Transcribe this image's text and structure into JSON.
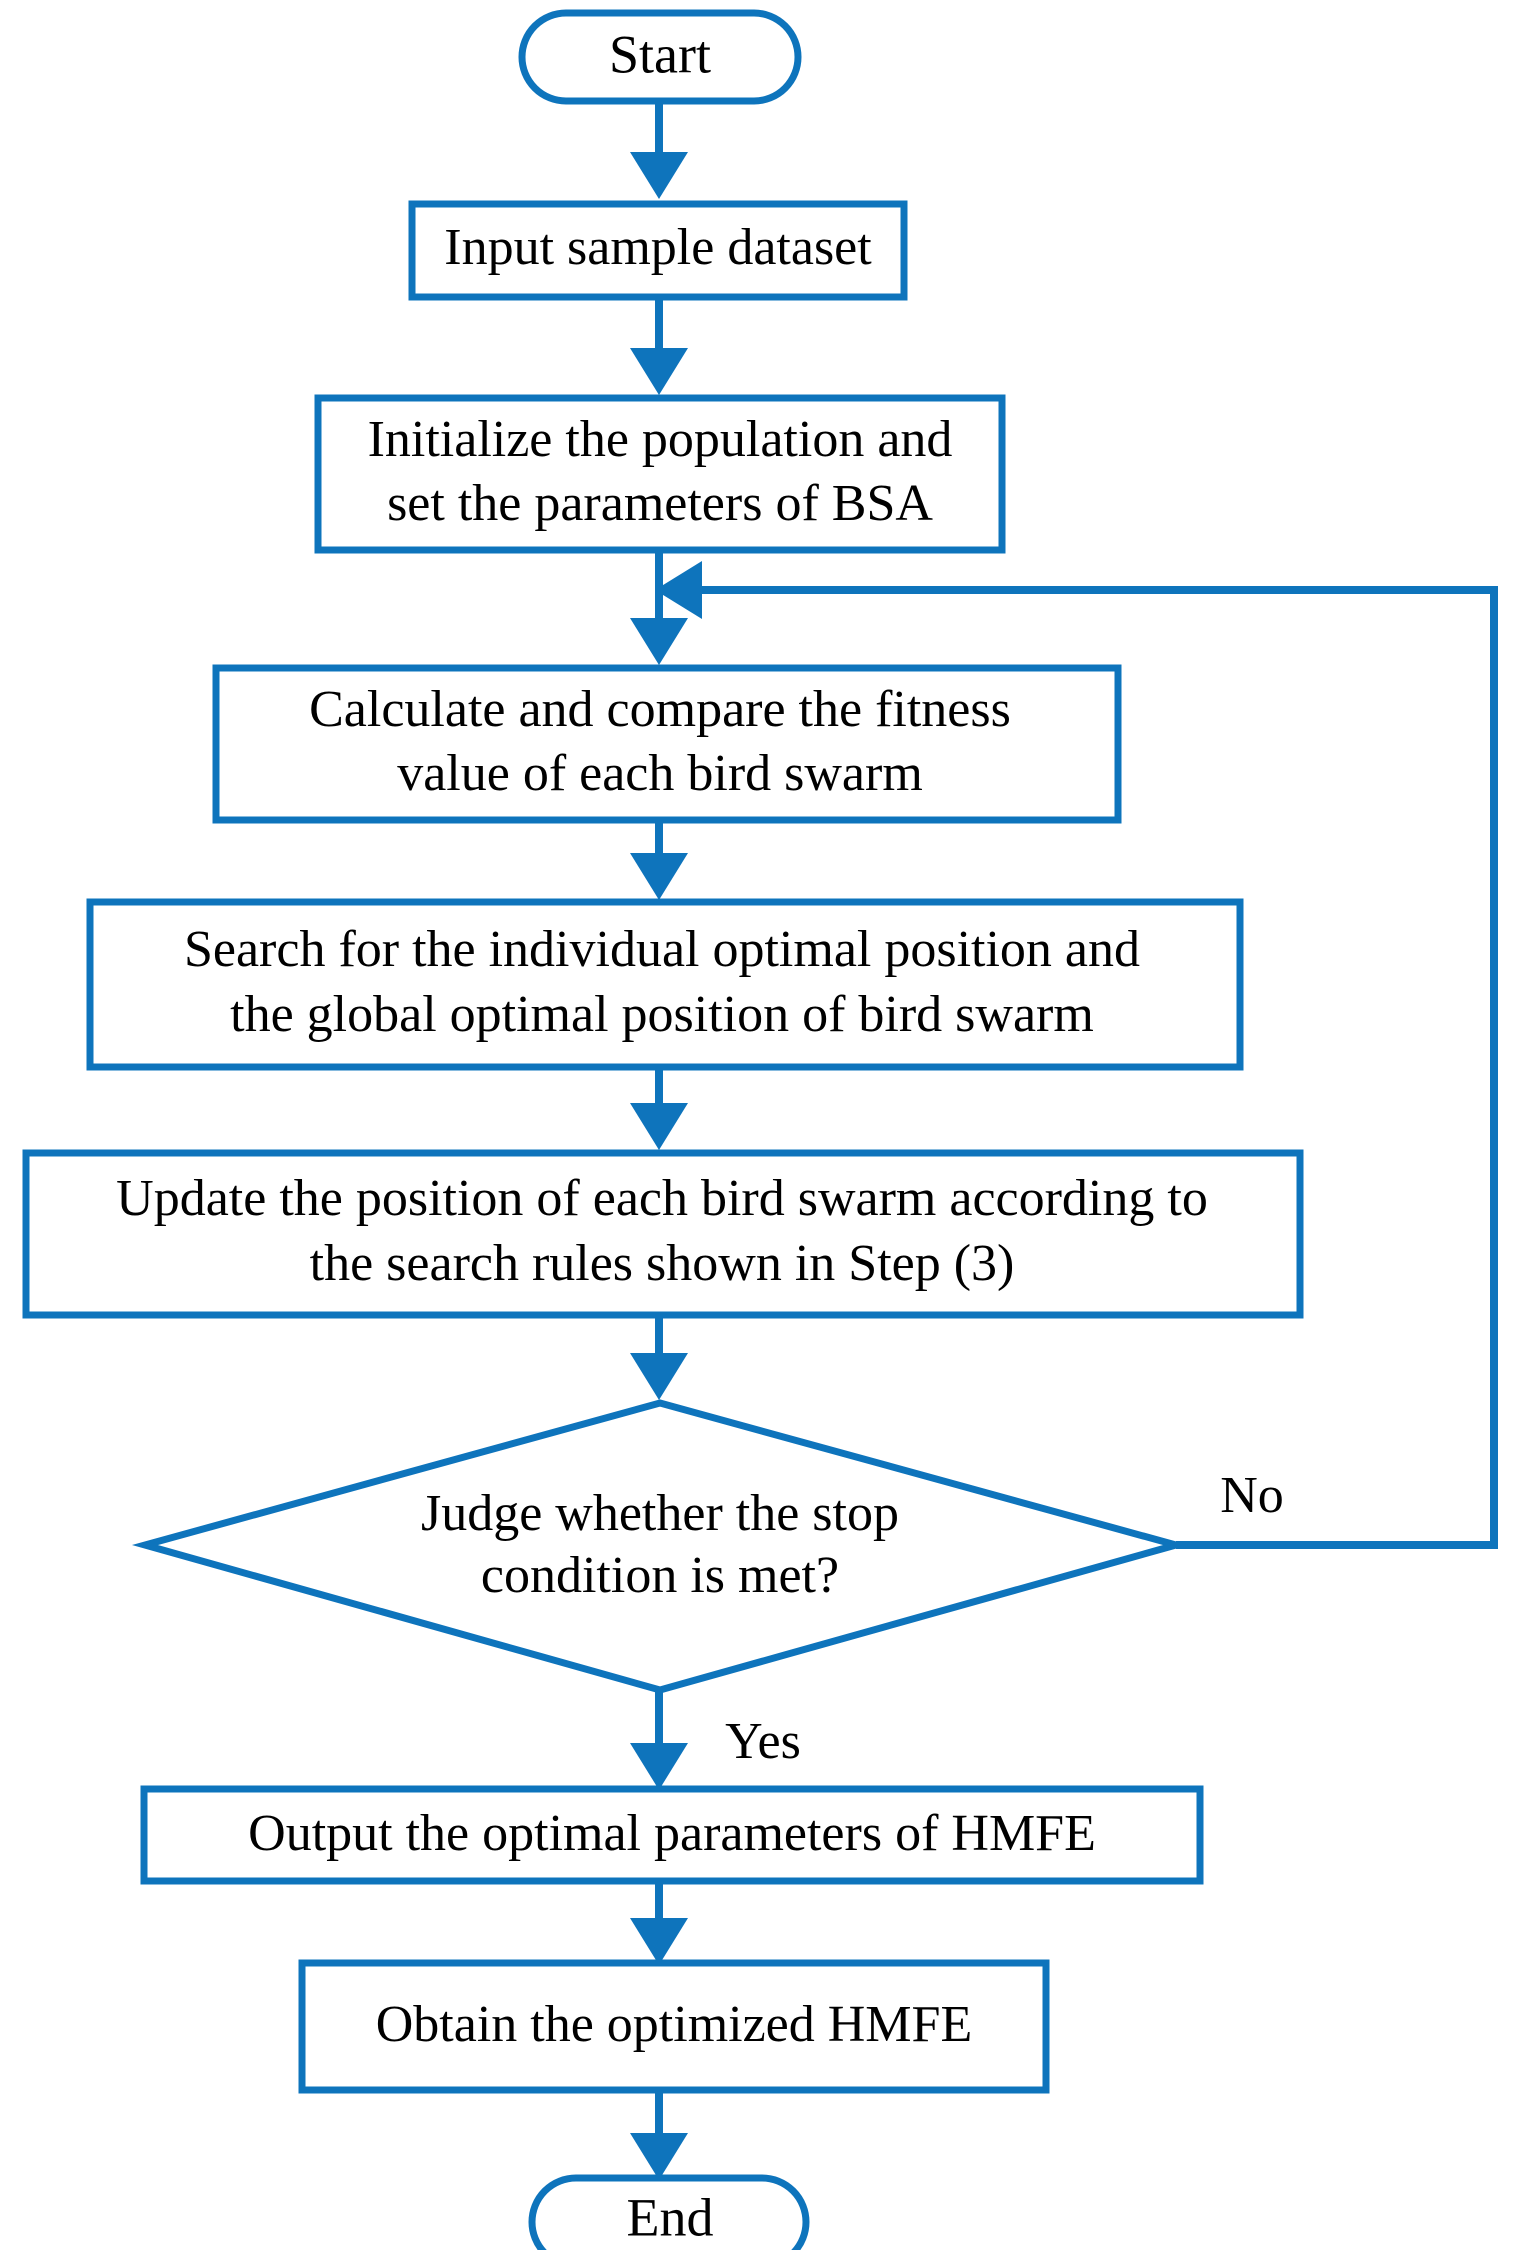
{
  "diagram": {
    "type": "flowchart",
    "title": "BSA optimization of HMFE flowchart",
    "colors": {
      "stroke": "#0E74BC",
      "fill": "#FFFFFF",
      "text": "#000000"
    },
    "nodes": [
      {
        "id": "start",
        "shape": "terminator",
        "lines": [
          "Start"
        ]
      },
      {
        "id": "input-sample-dataset",
        "shape": "process",
        "lines": [
          "Input sample dataset"
        ]
      },
      {
        "id": "initialize-population",
        "shape": "process",
        "lines": [
          "Initialize the population and",
          "set the parameters of BSA"
        ]
      },
      {
        "id": "calculate-fitness",
        "shape": "process",
        "lines": [
          "Calculate and compare the fitness",
          "value of each bird swarm"
        ]
      },
      {
        "id": "search-optimal-position",
        "shape": "process",
        "lines": [
          "Search for the individual optimal position and",
          "the global optimal position of bird swarm"
        ]
      },
      {
        "id": "update-position",
        "shape": "process",
        "lines": [
          "Update the position of each bird swarm according to",
          "the search rules shown in Step (3)"
        ]
      },
      {
        "id": "judge-stop-condition",
        "shape": "decision",
        "lines": [
          "Judge whether the stop",
          "condition is met?"
        ]
      },
      {
        "id": "output-optimal-parameters",
        "shape": "process",
        "lines": [
          "Output the optimal parameters of HMFE"
        ]
      },
      {
        "id": "obtain-optimized-hmfe",
        "shape": "process",
        "lines": [
          "Obtain the optimized HMFE"
        ]
      },
      {
        "id": "end",
        "shape": "terminator",
        "lines": [
          "End"
        ]
      }
    ],
    "edge_labels": {
      "no": "No",
      "yes": "Yes"
    }
  }
}
